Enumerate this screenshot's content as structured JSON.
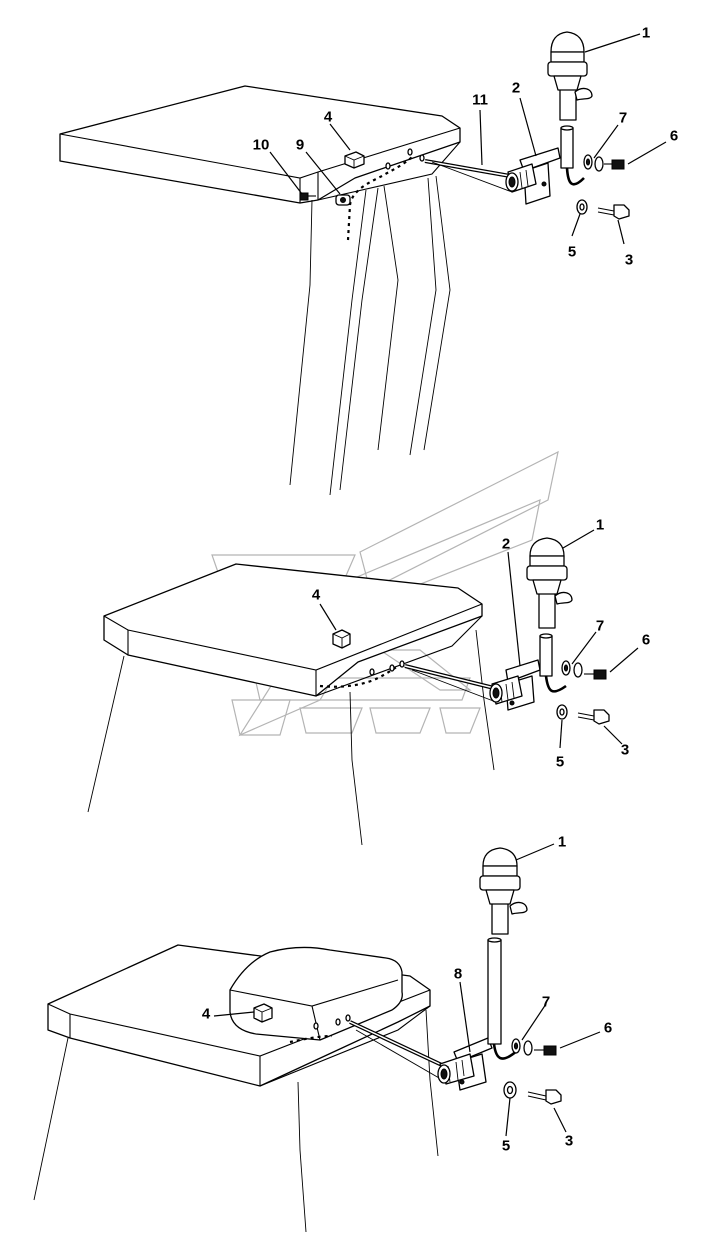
{
  "diagram": {
    "views": [
      {
        "id": "top",
        "labels": {
          "lamp": "1",
          "bracket": "2",
          "bolt": "3",
          "nut": "4",
          "washer": "5",
          "screw": "6",
          "lockwasher": "7",
          "clip": "9",
          "clipscrew": "10",
          "cable": "11"
        }
      },
      {
        "id": "middle",
        "labels": {
          "lamp": "1",
          "bracket": "2",
          "bolt": "3",
          "nut": "4",
          "washer": "5",
          "screw": "6",
          "lockwasher": "7"
        }
      },
      {
        "id": "bottom",
        "labels": {
          "lamp": "1",
          "bolt": "3",
          "nut": "4",
          "washer": "5",
          "screw": "6",
          "lockwasher": "7",
          "bracket": "8"
        }
      }
    ]
  }
}
